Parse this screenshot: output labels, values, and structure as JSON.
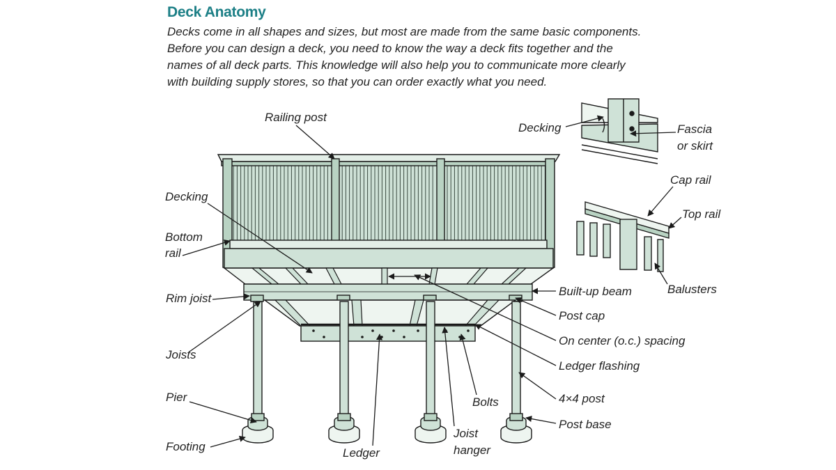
{
  "title": "Deck Anatomy",
  "intro": [
    "Decks come in all shapes and sizes, but most are made from the same basic components.",
    "Before you can design a deck, you need to know the way a deck fits together and the",
    "names of all deck parts. This knowledge will also help you to communicate more clearly",
    "with building supply stores, so that you can order exactly what you need."
  ],
  "colors": {
    "title": "#1c7f86",
    "wood": "#cfe2d7",
    "wood_dark": "#a9c8b6",
    "line": "#1a1a1a"
  },
  "labels": {
    "railing_post": "Railing post",
    "decking_left": "Decking",
    "bottom_rail_1": "Bottom",
    "bottom_rail_2": "rail",
    "rim_joist": "Rim joist",
    "joists": "Joists",
    "pier": "Pier",
    "footing": "Footing",
    "ledger": "Ledger",
    "joist_hanger_1": "Joist",
    "joist_hanger_2": "hanger",
    "bolts": "Bolts",
    "decking_right": "Decking",
    "fascia_1": "Fascia",
    "fascia_2": "or skirt",
    "cap_rail": "Cap rail",
    "top_rail": "Top rail",
    "balusters": "Balusters",
    "built_up_beam": "Built-up beam",
    "post_cap": "Post cap",
    "oc_spacing": "On center (o.c.) spacing",
    "ledger_flashing": "Ledger flashing",
    "post_4x4": "4×4 post",
    "post_base": "Post base"
  }
}
